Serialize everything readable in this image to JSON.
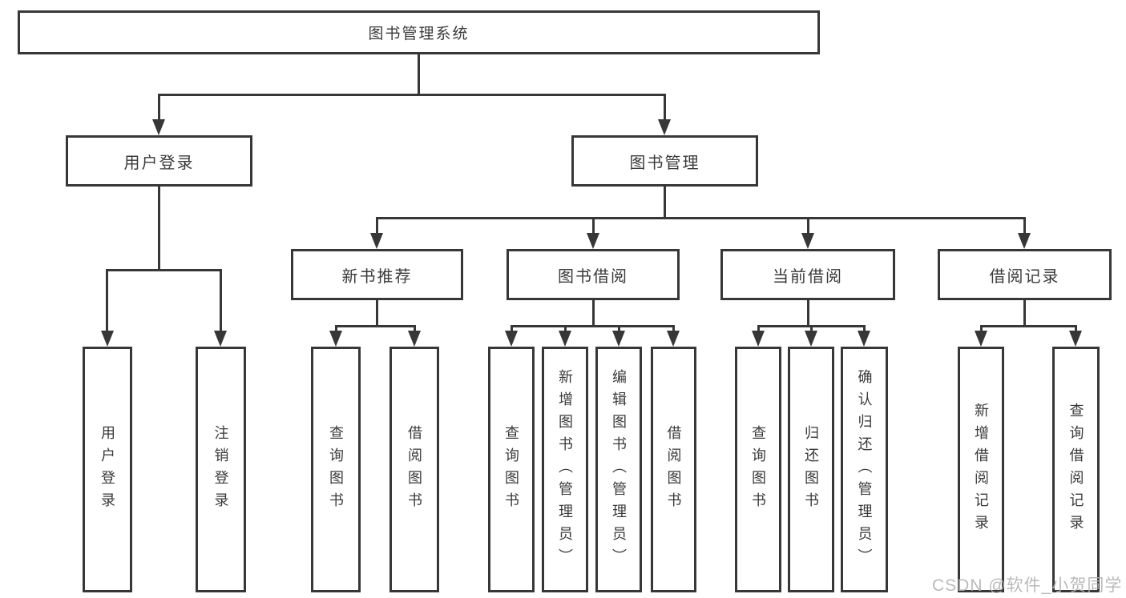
{
  "diagram_title": "图书管理系统",
  "colors": {
    "line": "#373737",
    "text": "#3a3a3a",
    "watermark": "#b3b3b3",
    "background": "#ffffff"
  },
  "nodes": {
    "root": {
      "label": "图书管理系统"
    },
    "user_login": {
      "label": "用户登录"
    },
    "book_mgmt": {
      "label": "图书管理"
    },
    "new_book_rec": {
      "label": "新书推荐"
    },
    "book_borrow": {
      "label": "图书借阅"
    },
    "current_borrow": {
      "label": "当前借阅"
    },
    "borrow_records": {
      "label": "借阅记录"
    },
    "leaf_user_login": {
      "label": "用户登录"
    },
    "leaf_logout": {
      "label": "注销登录"
    },
    "leaf_nbr_query": {
      "label": "查询图书"
    },
    "leaf_nbr_borrow": {
      "label": "借阅图书"
    },
    "leaf_bb_query": {
      "label": "查询图书"
    },
    "leaf_bb_add": {
      "label": "新增图书（管理员）"
    },
    "leaf_bb_edit": {
      "label": "编辑图书（管理员）"
    },
    "leaf_bb_borrow": {
      "label": "借阅图书"
    },
    "leaf_cb_query": {
      "label": "查询图书"
    },
    "leaf_cb_return": {
      "label": "归还图书"
    },
    "leaf_cb_confirm": {
      "label": "确认归还（管理员）"
    },
    "leaf_br_add": {
      "label": "新增借阅记录"
    },
    "leaf_br_query": {
      "label": "查询借阅记录"
    }
  },
  "hierarchy": {
    "图书管理系统": [
      "用户登录",
      "图书管理"
    ],
    "用户登录": [
      "用户登录",
      "注销登录"
    ],
    "图书管理": [
      "新书推荐",
      "图书借阅",
      "当前借阅",
      "借阅记录"
    ],
    "新书推荐": [
      "查询图书",
      "借阅图书"
    ],
    "图书借阅": [
      "查询图书",
      "新增图书（管理员）",
      "编辑图书（管理员）",
      "借阅图书"
    ],
    "当前借阅": [
      "查询图书",
      "归还图书",
      "确认归还（管理员）"
    ],
    "借阅记录": [
      "新增借阅记录",
      "查询借阅记录"
    ]
  },
  "watermark": {
    "text": "CSDN @软件_小贺同学"
  }
}
